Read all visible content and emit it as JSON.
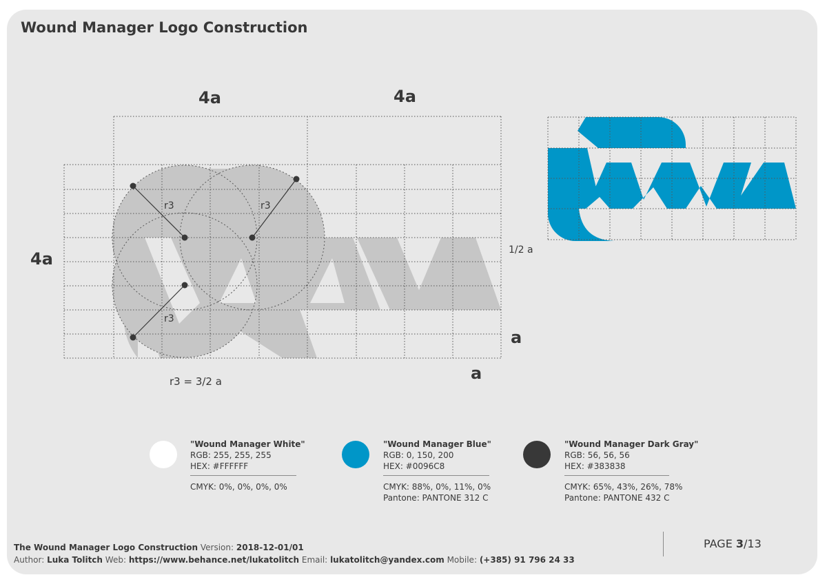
{
  "title": "Wound Manager Logo Construction",
  "dimensions": {
    "top_left": "4a",
    "top_right": "4a",
    "left": "4a",
    "half_a": "1/2 a",
    "right_a": "a",
    "bottom_a": "a",
    "radius_label": "r3",
    "radius_formula": "r3 = 3/2 a"
  },
  "colors": {
    "white": "#FFFFFF",
    "blue": "#0096C8",
    "dark_gray": "#383838",
    "construction_gray": "#c6c6c6",
    "sheet": "#e8e8e8"
  },
  "swatches": [
    {
      "name": "\"Wound Manager White\"",
      "rgb": "RGB: 255, 255, 255",
      "hex": "HEX: #FFFFFF",
      "cmyk": "CMYK: 0%, 0%, 0%, 0%",
      "pantone": ""
    },
    {
      "name": "\"Wound Manager Blue\"",
      "rgb": "RGB: 0, 150, 200",
      "hex": "HEX: #0096C8",
      "cmyk": "CMYK: 88%, 0%, 11%, 0%",
      "pantone": "Pantone: PANTONE 312 C"
    },
    {
      "name": "\"Wound Manager Dark Gray\"",
      "rgb": "RGB: 56, 56, 56",
      "hex": "HEX: #383838",
      "cmyk": "CMYK: 65%, 43%, 26%, 78%",
      "pantone": "Pantone: PANTONE 432 C"
    }
  ],
  "footer": {
    "doc_title": "The Wound Manager Logo Construction",
    "version_label": "Version:",
    "version": "2018-12-01/01",
    "author_label": "Author:",
    "author": "Luka Tolitch",
    "web_label": "Web:",
    "web": "https://www.behance.net/lukatolitch",
    "email_label": "Email:",
    "email": "lukatolitch@yandex.com",
    "mobile_label": "Mobile:",
    "mobile": "(+385) 91 796 24 33",
    "page_label": "PAGE",
    "page_current": "3",
    "page_total": "/13"
  }
}
